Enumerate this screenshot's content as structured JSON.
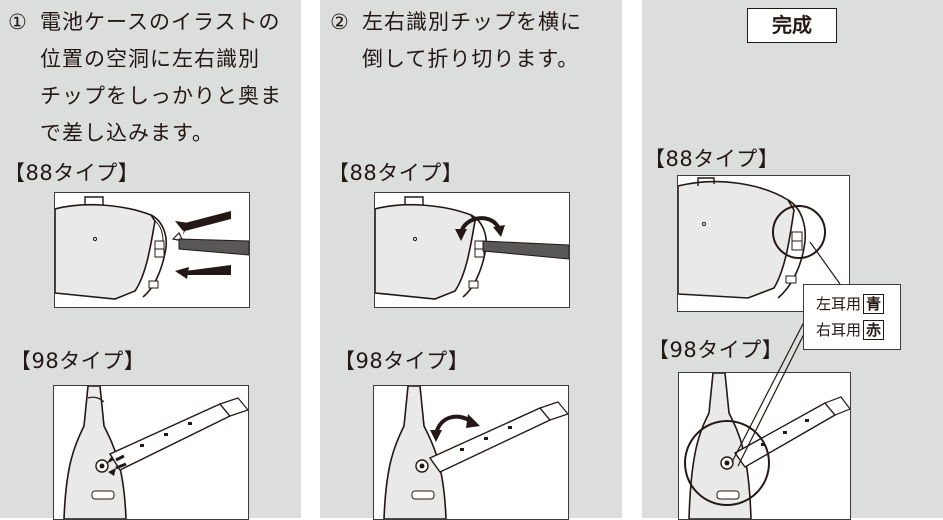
{
  "panel1": {
    "step_num": "①",
    "step_text": "電池ケースのイラストの\n位置の空洞に左右識別\nチップをしっかりと奥ま\nで差し込みます。",
    "label_88": "【88タイプ】",
    "label_98": "【98タイプ】"
  },
  "panel2": {
    "step_num": "②",
    "step_text": "左右識別チップを横に\n倒して折り切ります。",
    "label_88": "【88タイプ】",
    "label_98": "【98タイプ】"
  },
  "panel3": {
    "done_label": "完成",
    "label_88": "【88タイプ】",
    "label_98": "【98タイプ】",
    "left_ear": "左耳用",
    "left_color": "青",
    "right_ear": "右耳用",
    "right_color": "赤"
  },
  "colors": {
    "panel_bg": "#dcdddd",
    "ink": "#231815"
  }
}
